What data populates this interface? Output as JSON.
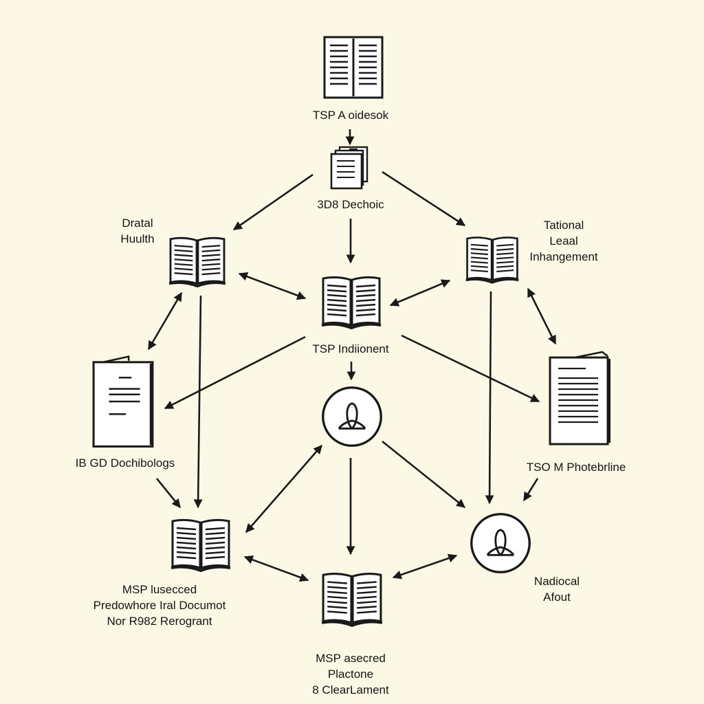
{
  "nodes": {
    "top_book": {
      "label": [
        "TSP A oidesok"
      ]
    },
    "doc_stack": {
      "label": [
        "3D8 Dechoic"
      ]
    },
    "left_book": {
      "label": [
        "Dratal",
        "Huulth"
      ]
    },
    "right_book": {
      "label": [
        "Tational",
        "Leaal",
        "Inhangement"
      ]
    },
    "center_book": {
      "label": [
        "TSP Indiionent"
      ]
    },
    "left_doc": {
      "label": [
        "IB GD Dochibologs"
      ]
    },
    "right_doc": {
      "label": [
        "TSO M Photebrline"
      ]
    },
    "center_circle": {
      "label": []
    },
    "right_circle": {
      "label": [
        "Nadiocal",
        "Afout"
      ]
    },
    "bottom_left_book": {
      "label": [
        "MSP lusecced",
        "Predowhore Iral Documot",
        "Nor R982 Rerogrant"
      ]
    },
    "bottom_center_book": {
      "label": [
        "MSP asecred",
        "Plactone",
        "8 ClearLament"
      ]
    }
  },
  "colors": {
    "background": "#fbf8e6",
    "stroke": "#1a1a1a",
    "page": "#ffffff"
  },
  "icons": {
    "book": "open-book-icon",
    "document": "document-icon",
    "document_stack": "document-stack-icon",
    "person": "person-circle-icon"
  }
}
